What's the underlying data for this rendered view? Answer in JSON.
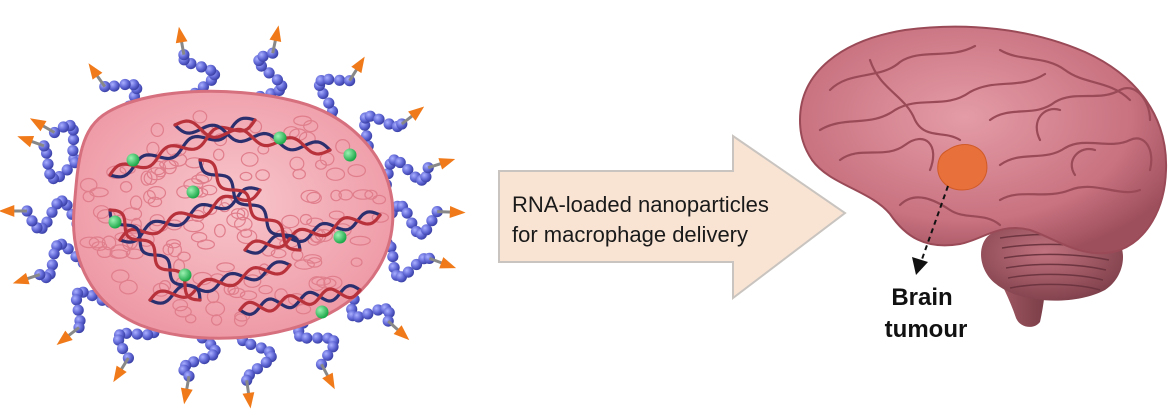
{
  "arrow": {
    "label_line1": "RNA-loaded nanoparticles",
    "label_line2": "for macrophage delivery"
  },
  "brain": {
    "tumour_label_line1": "Brain",
    "tumour_label_line2": "tumour"
  },
  "colors": {
    "core_pink": "#f3a9b3",
    "core_outline": "#d6707e",
    "polymer_bead_blue": "#5f66d1",
    "ligand_orange": "#f07a1a",
    "rna_strand_navy": "#2b2f6e",
    "rna_strand_red": "#b8323c",
    "payload_green": "#2ec45a",
    "arrow_fill": "#f9e4d4",
    "brain_pink": "#cf7a86",
    "tumour_orange": "#e8703a"
  }
}
